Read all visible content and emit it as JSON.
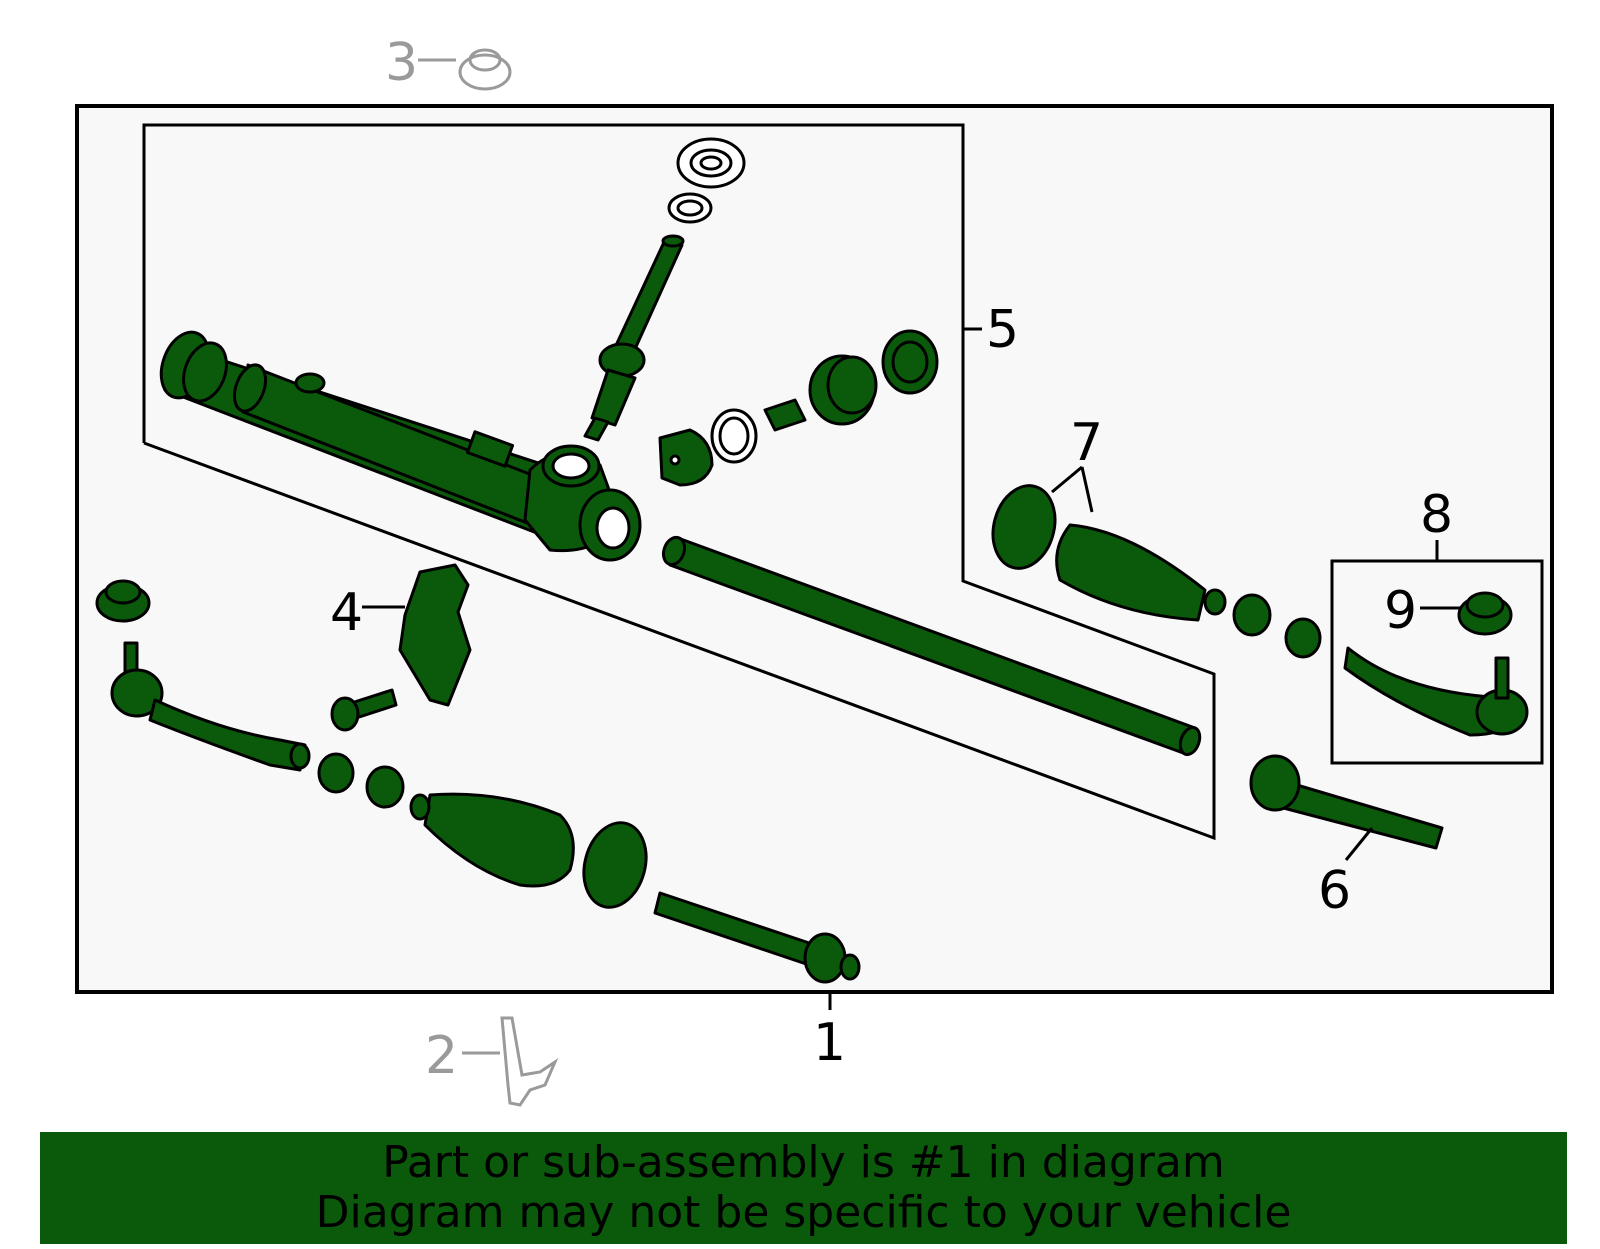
{
  "colors": {
    "part": "#0b5a0b",
    "banner": "#0b5a0b",
    "ghost": "#9a9a9a"
  },
  "callouts": {
    "c1": "1",
    "c2": "2",
    "c3": "3",
    "c4": "4",
    "c5": "5",
    "c6": "6",
    "c7": "7",
    "c8": "8",
    "c9": "9"
  },
  "banner": {
    "line1": "Part or sub-assembly is #1 in diagram",
    "line2": "Diagram may not be specific to your vehicle"
  }
}
